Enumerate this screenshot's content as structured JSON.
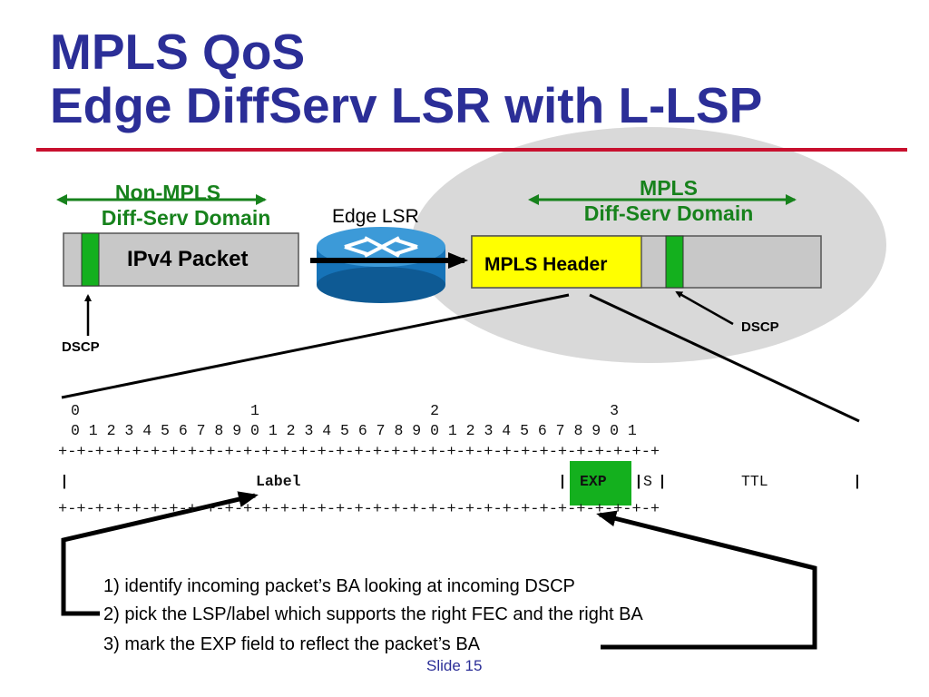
{
  "title": {
    "line1": "MPLS QoS",
    "line2": "Edge DiffServ LSR with  L-LSP"
  },
  "left_domain": {
    "line1": "Non-MPLS",
    "line2": "Diff-Serv Domain"
  },
  "right_domain": {
    "line1": "MPLS",
    "line2": "Diff-Serv Domain"
  },
  "router_label": "Edge LSR",
  "ipv4_packet_label": "IPv4  Packet",
  "mpls_header_label": "MPLS Header",
  "dscp_label": "DSCP",
  "bit_ruler": {
    "tens_row": "0                   1                   2                   3",
    "units_row": "0 1 2 3 4 5 6 7 8 9 0 1 2 3 4 5 6 7 8 9 0 1 2 3 4 5 6 7 8 9 0 1",
    "border": "+-+-+-+-+-+-+-+-+-+-+-+-+-+-+-+-+-+-+-+-+-+-+-+-+-+-+-+-+-+-+-+-+"
  },
  "fields": {
    "label": "Label",
    "exp": "EXP",
    "s": "S",
    "ttl": "TTL"
  },
  "steps": [
    "1) identify incoming packet’s BA looking at incoming DSCP",
    "2) pick the LSP/label which supports the right FEC and the right BA",
    "3) mark the EXP field to reflect the packet’s BA"
  ],
  "footer": "Slide 15",
  "colors": {
    "title": "#2b2e97",
    "domain_text": "#17821c",
    "dscp_field": "#14b01e",
    "mpls_header": "#ffff00",
    "rule_red": "#c8102e",
    "ellipse": "#d9d9d9"
  },
  "icons": {
    "router": "router-icon"
  }
}
